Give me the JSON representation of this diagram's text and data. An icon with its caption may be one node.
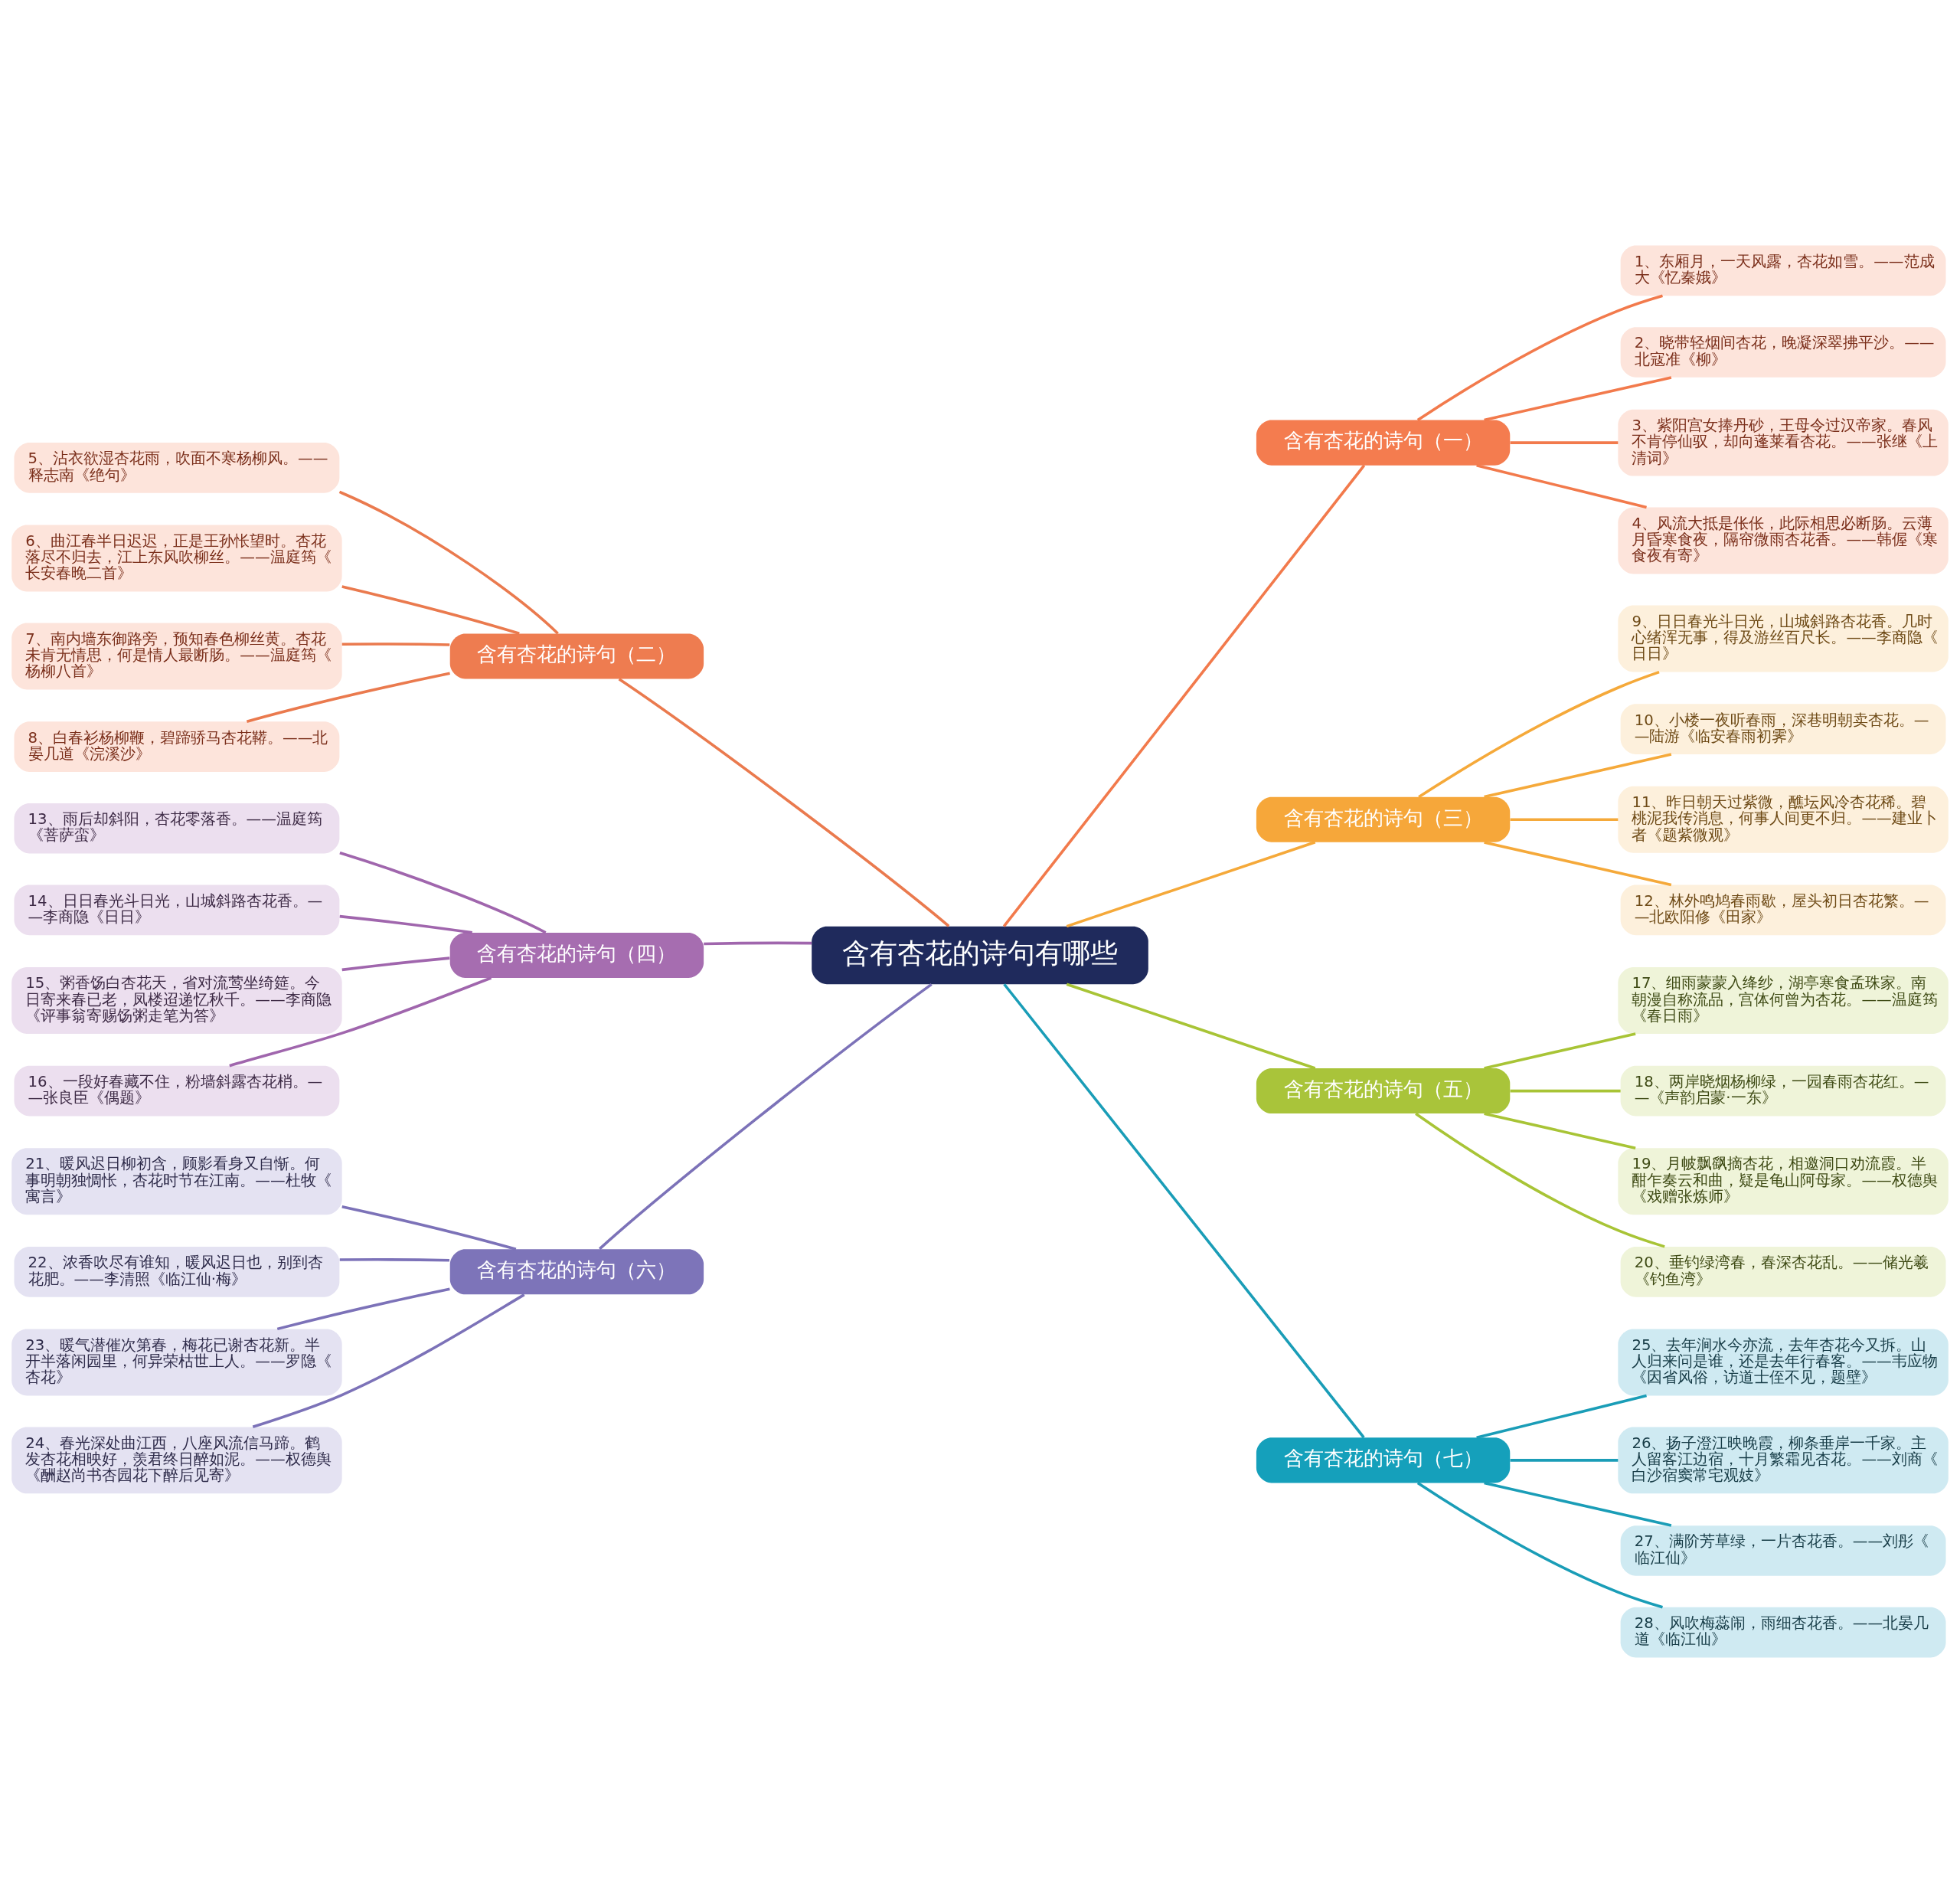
{
  "diagram": {
    "nodes": [
      {
        "text": [
          "含有杏花的诗句有哪些"
        ]
      },
      {
        "text": [
          "含有杏花的诗句（一）"
        ]
      },
      {
        "text": [
          "1、东厢月，一天风露，杏花如雪。——范成大《忆秦娥》"
        ]
      },
      {
        "text": [
          "2、晓带轻烟间杏花，晚凝深翠拂平沙。——北寇准《柳》"
        ]
      },
      {
        "text": [
          "3、紫阳宫女捧丹砂，王母令过汉帝家。春风不肯停仙驭，却向蓬莱看杏花。——张继《上清词》"
        ]
      },
      {
        "text": [
          "4、风流大抵是伥伥，此际相思必断肠。云薄月昏寒食夜，隔帘微雨杏花香。——韩偓《寒食夜有寄》"
        ]
      },
      {
        "text": [
          "含有杏花的诗句（二）"
        ]
      },
      {
        "text": [
          "5、沾衣欲湿杏花雨，吹面不寒杨柳风。——释志南《绝句》"
        ]
      },
      {
        "text": [
          "6、曲江春半日迟迟，正是王孙怅望时。杏花落尽不归去，江上东风吹柳丝。——温庭筠《长安春晚二首》"
        ]
      },
      {
        "text": [
          "7、南内墙东御路旁，预知春色柳丝黄。杏花未肯无情思，何是情人最断肠。——温庭筠《杨柳八首》"
        ]
      },
      {
        "text": [
          "8、白春衫杨柳鞭，碧蹄骄马杏花鞯。——北晏几道《浣溪沙》"
        ]
      },
      {
        "text": [
          "含有杏花的诗句（三）"
        ]
      },
      {
        "text": [
          "9、日日春光斗日光，山城斜路杏花香。几时心绪浑无事，得及游丝百尺长。——李商隐《日日》"
        ]
      },
      {
        "text": [
          "10、小楼一夜听春雨，深巷明朝卖杏花。——陆游《临安春雨初霁》"
        ]
      },
      {
        "text": [
          "11、昨日朝天过紫微，醮坛风冷杏花稀。碧桃泥我传消息，何事人间更不归。——建业卜者《题紫微观》"
        ]
      },
      {
        "text": [
          "12、林外鸣鸠春雨歇，屋头初日杏花繁。——北欧阳修《田家》"
        ]
      },
      {
        "text": [
          "含有杏花的诗句（四）"
        ]
      },
      {
        "text": [
          "13、雨后却斜阳，杏花零落香。——温庭筠《菩萨蛮》"
        ]
      },
      {
        "text": [
          "14、日日春光斗日光，山城斜路杏花香。——李商隐《日日》"
        ]
      },
      {
        "text": [
          "15、粥香饧白杏花天，省对流莺坐绮筵。今日寄来春已老，凤楼迢递忆秋千。——李商隐《评事翁寄赐饧粥走笔为答》"
        ]
      },
      {
        "text": [
          "16、一段好春藏不住，粉墙斜露杏花梢。——张良臣《偶题》"
        ]
      },
      {
        "text": [
          "含有杏花的诗句（五）"
        ]
      },
      {
        "text": [
          "17、细雨蒙蒙入绛纱，湖亭寒食孟珠家。南朝漫自称流品，宫体何曾为杏花。——温庭筠《春日雨》"
        ]
      },
      {
        "text": [
          "18、两岸晓烟杨柳绿，一园春雨杏花红。——《声韵启蒙·一东》"
        ]
      },
      {
        "text": [
          "19、月帔飘飖摘杏花，相邀洞口劝流霞。半酣乍奏云和曲，疑是龟山阿母家。——权德舆《戏赠张炼师》"
        ]
      },
      {
        "text": [
          "20、垂钓绿湾春，春深杏花乱。——储光羲《钓鱼湾》"
        ]
      },
      {
        "text": [
          "含有杏花的诗句（六）"
        ]
      },
      {
        "text": [
          "21、暖风迟日柳初含，顾影看身又自惭。何事明朝独惆怅，杏花时节在江南。——杜牧《寓言》"
        ]
      },
      {
        "text": [
          "22、浓香吹尽有谁知，暖风迟日也，别到杏花肥。——李清照《临江仙·梅》"
        ]
      },
      {
        "text": [
          "23、暖气潜催次第春，梅花已谢杏花新。半开半落闲园里，何异荣枯世上人。——罗隐《杏花》"
        ]
      },
      {
        "text": [
          "24、春光深处曲江西，八座风流信马蹄。鹤发杏花相映好，羡君终日醉如泥。——权德舆《酬赵尚书杏园花下醉后见寄》"
        ]
      },
      {
        "text": [
          "含有杏花的诗句（七）"
        ]
      },
      {
        "text": [
          "25、去年涧水今亦流，去年杏花今又拆。山人归来问是谁，还是去年行春客。——韦应物《因省风俗，访道士侄不见，题壁》"
        ]
      },
      {
        "text": [
          "26、扬子澄江映晚霞，柳条垂岸一千家。主人留客江边宿，十月繁霜见杏花。——刘商《白沙宿窦常宅观妓》"
        ]
      },
      {
        "text": [
          "27、满阶芳草绿，一片杏花香。——刘彤《临江仙》"
        ]
      },
      {
        "text": [
          "28、风吹梅蕊闹，雨细杏花香。——北晏几道《临江仙》"
        ]
      }
    ],
    "edges": [
      {
        "from": 0,
        "to": 1,
        "arrow": "none",
        "color": "#f27a4c"
      },
      {
        "from": 1,
        "to": 2,
        "arrow": "none",
        "color": "#f27a4c"
      },
      {
        "from": 1,
        "to": 3,
        "arrow": "none",
        "color": "#f27a4c"
      },
      {
        "from": 1,
        "to": 4,
        "arrow": "none",
        "color": "#f27a4c"
      },
      {
        "from": 1,
        "to": 5,
        "arrow": "none",
        "color": "#f27a4c"
      },
      {
        "from": 0,
        "to": 6,
        "arrow": "none",
        "color": "#ea7a4e"
      },
      {
        "from": 6,
        "to": 7,
        "arrow": "none",
        "color": "#ea7a4e"
      },
      {
        "from": 6,
        "to": 8,
        "arrow": "none",
        "color": "#ea7a4e"
      },
      {
        "from": 6,
        "to": 9,
        "arrow": "none",
        "color": "#ea7a4e"
      },
      {
        "from": 6,
        "to": 10,
        "arrow": "none",
        "color": "#ea7a4e"
      },
      {
        "from": 0,
        "to": 11,
        "arrow": "none",
        "color": "#f5a93a"
      },
      {
        "from": 11,
        "to": 12,
        "arrow": "none",
        "color": "#f5a93a"
      },
      {
        "from": 11,
        "to": 13,
        "arrow": "none",
        "color": "#f5a93a"
      },
      {
        "from": 11,
        "to": 14,
        "arrow": "none",
        "color": "#f5a93a"
      },
      {
        "from": 11,
        "to": 15,
        "arrow": "none",
        "color": "#f5a93a"
      },
      {
        "from": 0,
        "to": 16,
        "arrow": "none",
        "color": "#a066ad"
      },
      {
        "from": 16,
        "to": 17,
        "arrow": "none",
        "color": "#a066ad"
      },
      {
        "from": 16,
        "to": 18,
        "arrow": "none",
        "color": "#a066ad"
      },
      {
        "from": 16,
        "to": 19,
        "arrow": "none",
        "color": "#a066ad"
      },
      {
        "from": 16,
        "to": 20,
        "arrow": "none",
        "color": "#a066ad"
      },
      {
        "from": 0,
        "to": 21,
        "arrow": "none",
        "color": "#a8c436"
      },
      {
        "from": 21,
        "to": 22,
        "arrow": "none",
        "color": "#a8c436"
      },
      {
        "from": 21,
        "to": 23,
        "arrow": "none",
        "color": "#a8c436"
      },
      {
        "from": 21,
        "to": 24,
        "arrow": "none",
        "color": "#a8c436"
      },
      {
        "from": 21,
        "to": 25,
        "arrow": "none",
        "color": "#a8c436"
      },
      {
        "from": 0,
        "to": 26,
        "arrow": "none",
        "color": "#7c72b8"
      },
      {
        "from": 26,
        "to": 27,
        "arrow": "none",
        "color": "#7c72b8"
      },
      {
        "from": 26,
        "to": 28,
        "arrow": "none",
        "color": "#7c72b8"
      },
      {
        "from": 26,
        "to": 29,
        "arrow": "none",
        "color": "#7c72b8"
      },
      {
        "from": 26,
        "to": 30,
        "arrow": "none",
        "color": "#7c72b8"
      },
      {
        "from": 0,
        "to": 31,
        "arrow": "none",
        "color": "#1a9db7"
      },
      {
        "from": 31,
        "to": 32,
        "arrow": "none",
        "color": "#1a9db7"
      },
      {
        "from": 31,
        "to": 33,
        "arrow": "none",
        "color": "#1a9db7"
      },
      {
        "from": 31,
        "to": 34,
        "arrow": "none",
        "color": "#1a9db7"
      },
      {
        "from": 31,
        "to": 35,
        "arrow": "none",
        "color": "#1a9db7"
      }
    ]
  }
}
